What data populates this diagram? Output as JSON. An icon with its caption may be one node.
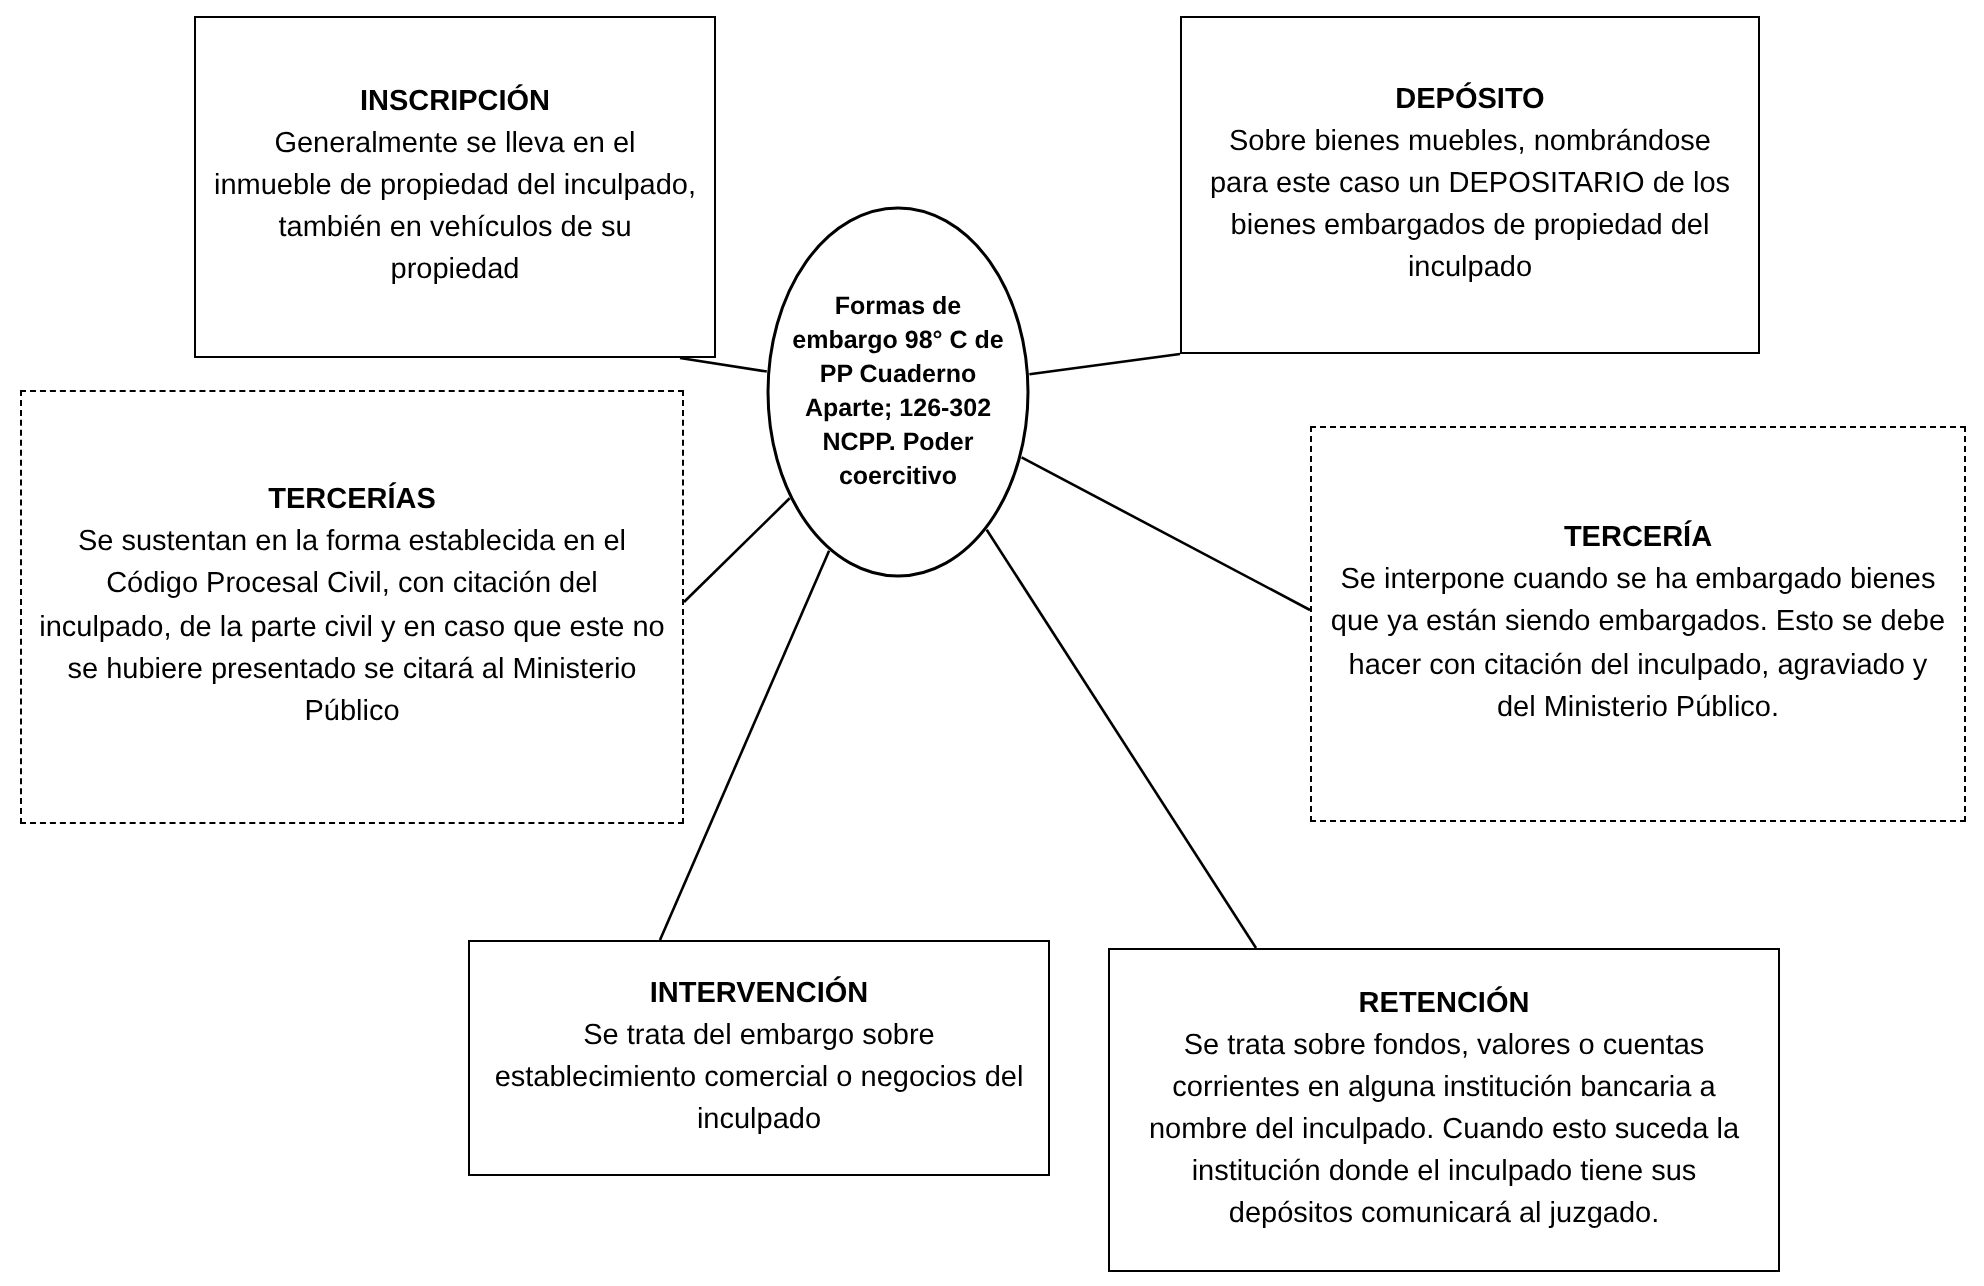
{
  "diagram": {
    "nodes": [
      {
        "text": [
          "INSCRIPCIÓN",
          "Generalmente se lleva en el inmueble de propiedad del inculpado, también en vehículos de su propiedad"
        ]
      },
      {
        "text": [
          "DEPÓSITO",
          "Sobre bienes muebles, nombrándose para este caso un DEPOSITARIO de los bienes embargados de propiedad del inculpado"
        ]
      },
      {
        "text": [
          "TERCERÍAS",
          "Se sustentan en la forma establecida en el Código Procesal Civil, con citación del inculpado, de la parte civil y en caso que este no se hubiere presentado se citará al Ministerio Público"
        ]
      },
      {
        "text": [
          "Formas de embargo 98° C de PP Cuaderno Aparte; 126-302 NCPP. Poder coercitivo"
        ]
      },
      {
        "text": [
          "TERCERÍA",
          "Se interpone cuando se ha embargado bienes que ya están siendo embargados. Esto se debe hacer con citación del inculpado, agraviado y del Ministerio Público."
        ]
      },
      {
        "text": [
          "INTERVENCIÓN",
          "Se trata del embargo sobre establecimiento comercial o negocios del inculpado"
        ]
      },
      {
        "text": [
          "RETENCIÓN",
          "Se trata sobre fondos, valores o cuentas corrientes en alguna institución bancaria a nombre del inculpado. Cuando esto suceda la institución donde el inculpado tiene sus depósitos comunicará al juzgado."
        ]
      }
    ],
    "edges": [
      {
        "from": 3,
        "to": 0,
        "arrow": "none"
      },
      {
        "from": 3,
        "to": 1,
        "arrow": "none"
      },
      {
        "from": 3,
        "to": 2,
        "arrow": "none"
      },
      {
        "from": 3,
        "to": 4,
        "arrow": "none"
      },
      {
        "from": 3,
        "to": 5,
        "arrow": "none"
      },
      {
        "from": 3,
        "to": 6,
        "arrow": "none"
      }
    ]
  }
}
